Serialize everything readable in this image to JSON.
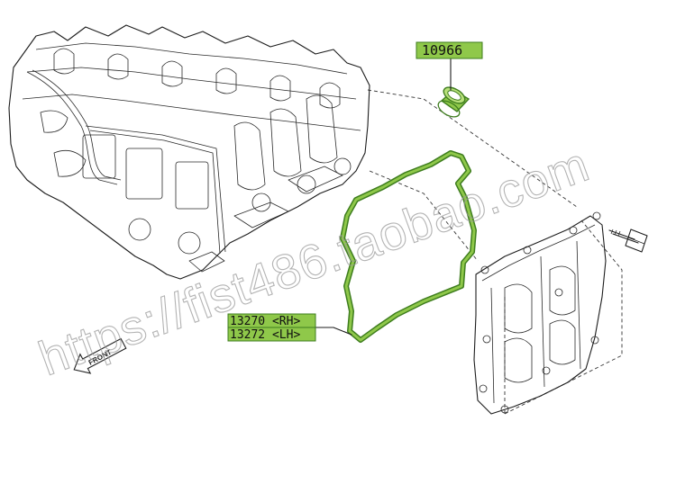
{
  "parts": [
    {
      "part_no": "10966"
    },
    {
      "part_no": "13270 <RH>"
    },
    {
      "part_no": "13272 <LH>"
    }
  ],
  "front_arrow": {
    "label": "FRONT"
  },
  "watermark": {
    "text": "https://fist486.taobao.com"
  },
  "colors": {
    "highlight_fill": "#8fc84a",
    "highlight_stroke": "#3e7d1e",
    "line": "#1c1c1c",
    "watermark": "#9a9a9a"
  }
}
